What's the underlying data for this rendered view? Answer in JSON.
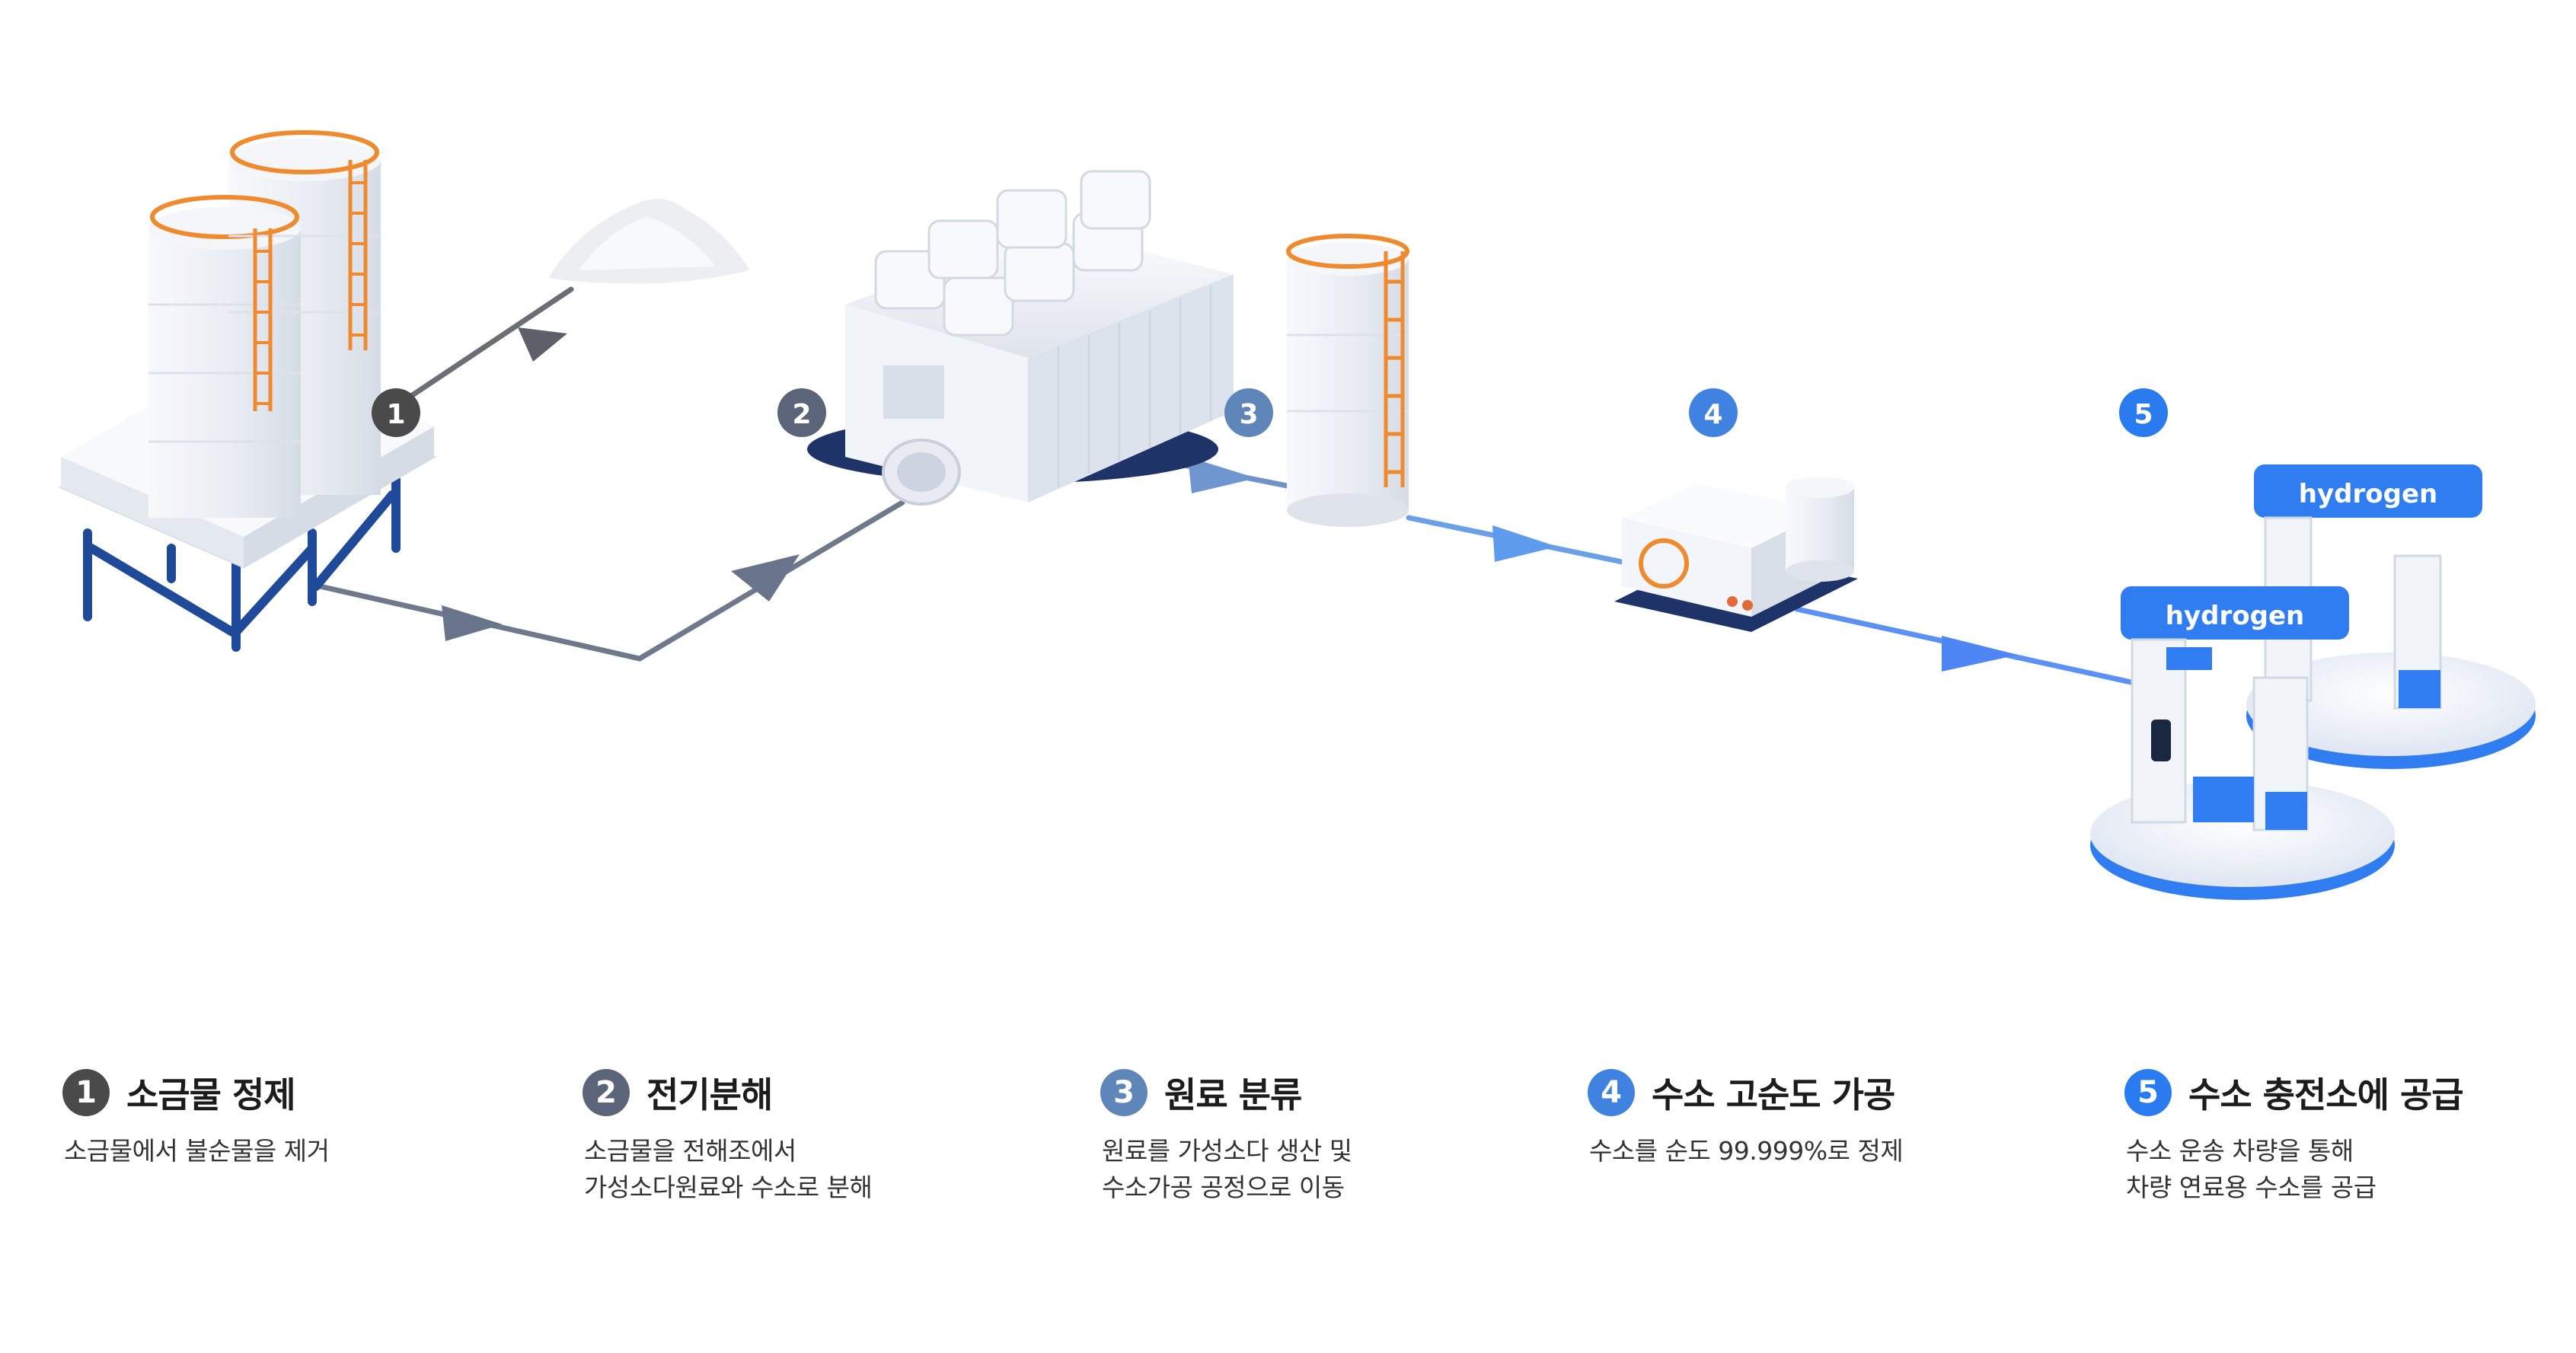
{
  "colors": {
    "step1": "#4a4a4a",
    "step2": "#5b6478",
    "step3": "#5f86b8",
    "step4": "#3f82e0",
    "step5": "#2a7bf0",
    "equipment": "#eef1f6",
    "ladder": "#f08a2e",
    "accent_blue": "#2f7df0"
  },
  "markers": [
    {
      "num": "1"
    },
    {
      "num": "2"
    },
    {
      "num": "3"
    },
    {
      "num": "4"
    },
    {
      "num": "5"
    }
  ],
  "station": {
    "sign_back": "hydrogen",
    "sign_front": "hydrogen"
  },
  "steps": [
    {
      "num": "1",
      "title": "소금물 정제",
      "lines": [
        "소금물에서 불순물을 제거"
      ]
    },
    {
      "num": "2",
      "title": "전기분해",
      "lines": [
        "소금물을 전해조에서",
        "가성소다원료와 수소로 분해"
      ]
    },
    {
      "num": "3",
      "title": "원료 분류",
      "lines": [
        "원료를 가성소다 생산 및",
        "수소가공 공정으로 이동"
      ]
    },
    {
      "num": "4",
      "title": "수소 고순도 가공",
      "lines": [
        "수소를 순도 99.999%로 정제"
      ]
    },
    {
      "num": "5",
      "title": "수소 충전소에 공급",
      "lines": [
        "수소 운송 차량을 통해",
        "차량 연료용 수소를 공급"
      ]
    }
  ]
}
